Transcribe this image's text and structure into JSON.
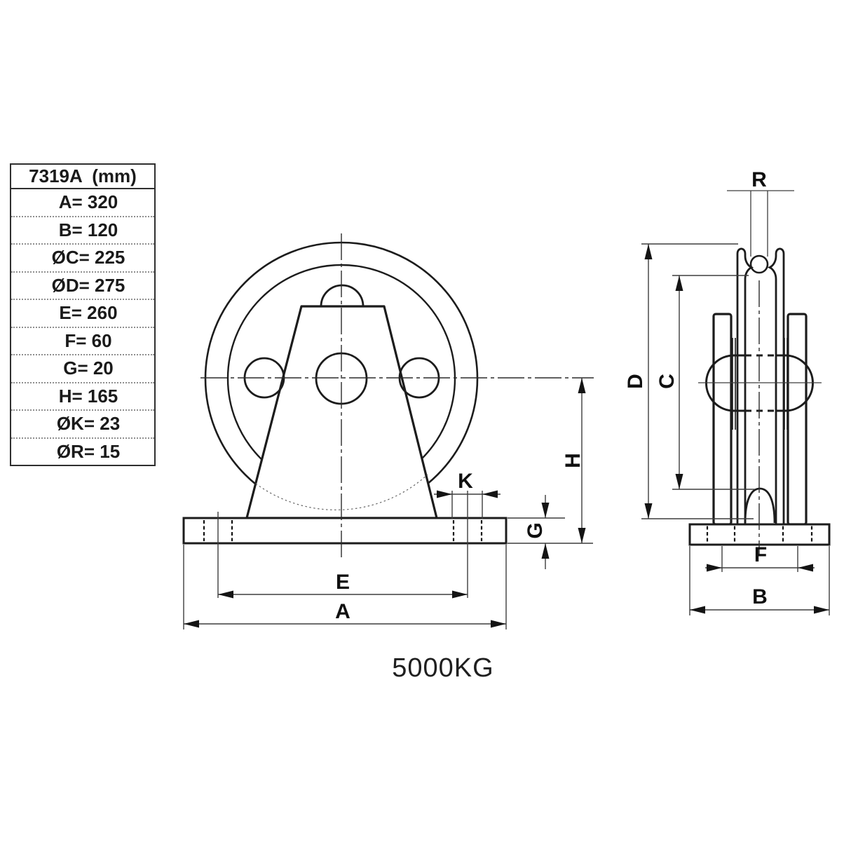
{
  "table": {
    "header": "7319A  (mm)",
    "rows": [
      "A= 320",
      "B= 120",
      "ØC= 225",
      "ØD= 275",
      "E= 260",
      "F= 60",
      "G= 20",
      "H= 165",
      "ØK= 23",
      "ØR= 15"
    ]
  },
  "labels": {
    "A": "A",
    "B": "B",
    "C": "C",
    "D": "D",
    "E": "E",
    "F": "F",
    "G": "G",
    "H": "H",
    "K": "K",
    "R": "R"
  },
  "capacity_label": "5000KG",
  "colors": {
    "outline": "#1c1c1c",
    "dimension": "#3d3d3d",
    "label": "#0f0f0f",
    "table_text": "#1a1a1a",
    "background": "#ffffff"
  }
}
